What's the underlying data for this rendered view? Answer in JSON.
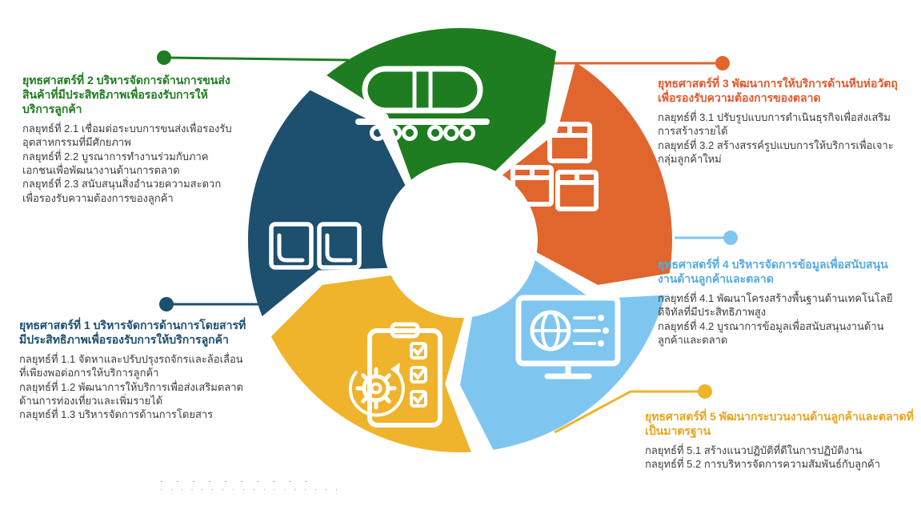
{
  "wheel": {
    "segments": [
      {
        "color": "#1f7d21",
        "icon": "tanker-wagon-icon"
      },
      {
        "color": "#e0662e",
        "icon": "parcel-boxes-icon"
      },
      {
        "color": "#7ec6f0",
        "icon": "computer-network-icon"
      },
      {
        "color": "#efb32c",
        "icon": "checklist-gear-icon"
      },
      {
        "color": "#1d4f6f",
        "icon": "passenger-seats-icon"
      }
    ]
  },
  "strategies": [
    {
      "num": 1,
      "color": "#1d4f6f",
      "heading": "ยุทธศาสตร์ที่ 1 บริหารจัดการด้านการโดยสารที่มีประสิทธิภาพเพื่อรองรับการให้บริการลูกค้า",
      "items": [
        "กลยุทธ์ที่ 1.1 จัดหาและปรับปรุงรถจักรและล้อเลื่อนที่เพียงพอต่อการให้บริการลูกค้า",
        "กลยุทธ์ที่ 1.2 พัฒนาการให้บริการเพื่อส่งเสริมตลาดด้านการท่องเที่ยวและเพิ่มรายได้",
        "กลยุทธ์ที่ 1.3 บริหารจัดการด้านการโดยสาร"
      ]
    },
    {
      "num": 2,
      "color": "#1f7d21",
      "heading": "ยุทธศาสตร์ที่ 2 บริหารจัดการด้านการขนส่งสินค้าที่มีประสิทธิภาพเพื่อรองรับการให้บริการลูกค้า",
      "items": [
        "กลยุทธ์ที่ 2.1 เชื่อมต่อระบบการขนส่งเพื่อรองรับอุตสาหกรรมที่มีศักยภาพ",
        "กลยุทธ์ที่ 2.2 บูรณาการทำงานร่วมกับภาคเอกชนเพื่อพัฒนางานด้านการตลาด",
        "กลยุทธ์ที่ 2.3 สนับสนุนสิ่งอำนวยความสะดวกเพื่อรองรับความต้องการของลูกค้า"
      ]
    },
    {
      "num": 3,
      "color": "#e4582b",
      "heading": "ยุทธศาสตร์ที่ 3 พัฒนาการให้บริการด้านหีบห่อวัตถุ เพื่อรองรับความต้องการของตลาด",
      "items": [
        "กลยุทธ์ที่ 3.1 ปรับรูปแบบการดำเนินธุรกิจเพื่อส่งเสริมการสร้างรายได้",
        "กลยุทธ์ที่ 3.2 สร้างสรรค์รูปแบบการให้บริการเพื่อเจาะกลุ่มลูกค้าใหม่"
      ]
    },
    {
      "num": 4,
      "color": "#56abe2",
      "heading": "ยุทธศาสตร์ที่ 4 บริหารจัดการข้อมูลเพื่อสนับสนุนงานด้านลูกค้าและตลาด",
      "items": [
        "กลยุทธ์ที่ 4.1 พัฒนาโครงสร้างพื้นฐานด้านเทคโนโลยีดิจิทัลที่มีประสิทธิภาพสูง",
        "กลยุทธ์ที่ 4.2 บูรณาการข้อมูลเพื่อสนับสนุนงานด้านลูกค้าและตลาด"
      ]
    },
    {
      "num": 5,
      "color": "#e8a51d",
      "heading": "ยุทธศาสตร์ที่ 5 พัฒนากระบวนงานด้านลูกค้าและตลาดที่เป็นมาตรฐาน",
      "items": [
        "กลยุทธ์ที่ 5.1 สร้างแนวปฏิบัติที่ดีในการปฏิบัติงาน",
        "กลยุทธ์ที่ 5.2 การบริหารจัดการความสัมพันธ์กับลูกค้า"
      ]
    }
  ],
  "footnote": {
    "line1": "· ·  · ·  · ·  · ·  · ·",
    "line2": "· · · · · · · · · · · · · · · · · ·"
  }
}
